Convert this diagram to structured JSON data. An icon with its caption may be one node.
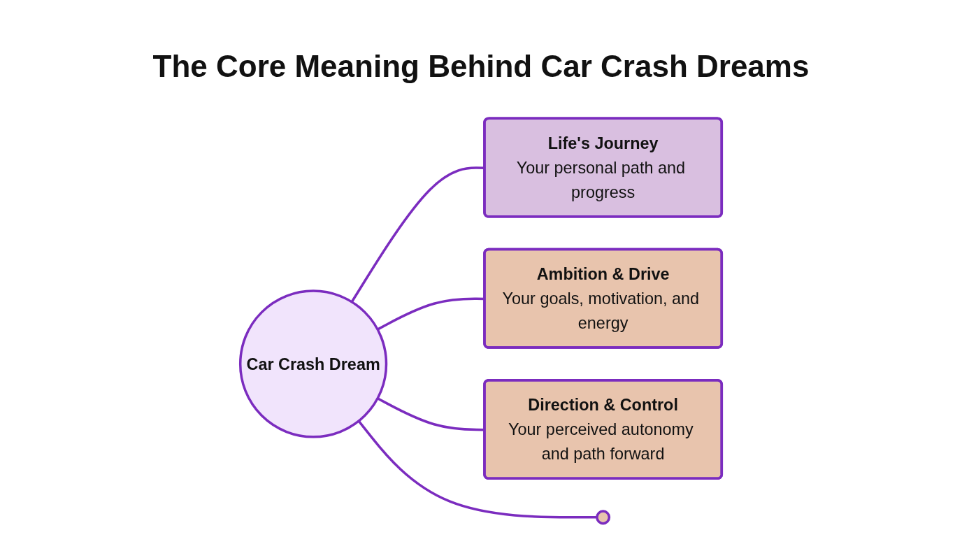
{
  "diagram": {
    "title": "The Core Meaning Behind Car Crash Dreams",
    "nodes": [
      {
        "text": [
          "Life's Journey",
          "Your personal path and progress"
        ]
      },
      {
        "text": [
          "Ambition & Drive",
          "Your goals, motivation, and energy"
        ]
      },
      {
        "text": [
          "Car Crash Dream"
        ]
      },
      {
        "text": [
          "Direction & Control",
          "Your perceived autonomy and path forward"
        ]
      },
      {
        "text": [],
        "shape": "circle"
      }
    ],
    "edges": [
      {
        "from": 2,
        "to": 0,
        "arrow": "none"
      },
      {
        "from": 2,
        "to": 1,
        "arrow": "none"
      },
      {
        "from": 2,
        "to": 3,
        "arrow": "none"
      },
      {
        "from": 2,
        "to": 4,
        "arrow": "none"
      }
    ]
  }
}
